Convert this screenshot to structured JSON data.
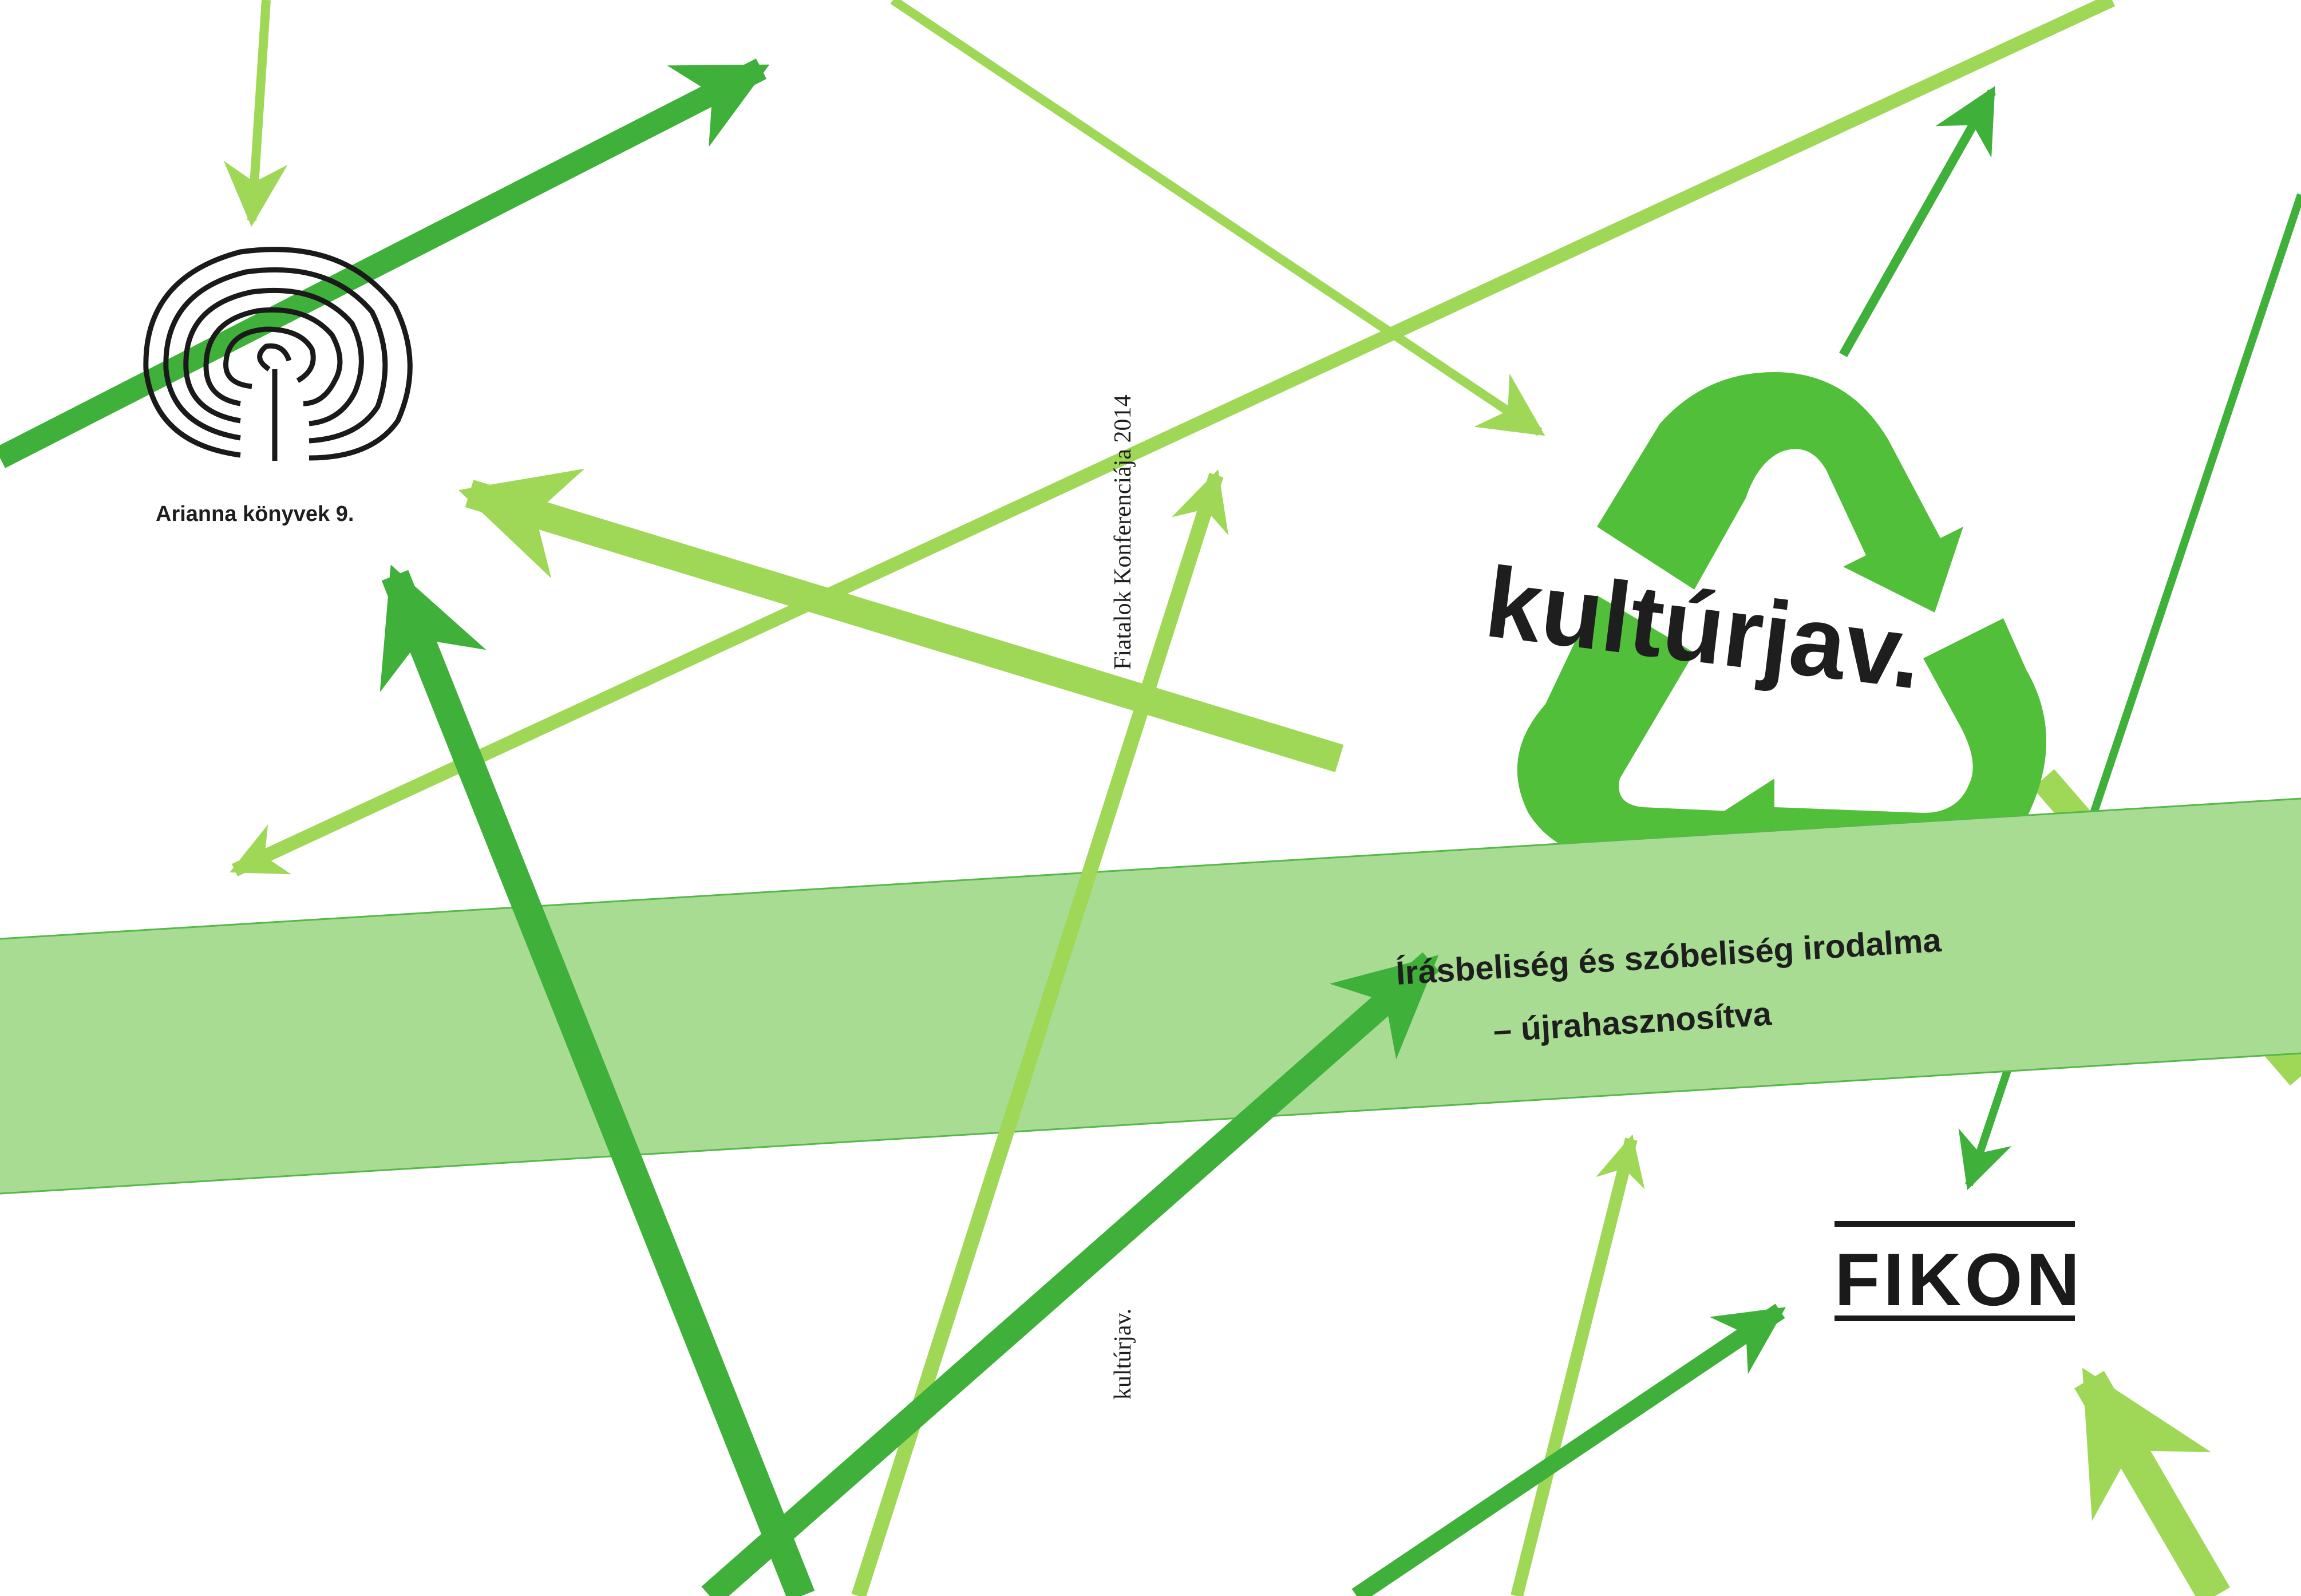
{
  "back_cover": {
    "series_label": "Arianna könyvek 9."
  },
  "spine": {
    "top_text": "Fiatalok Konferenciája 2014",
    "bottom_text": "kultúrjav."
  },
  "front_cover": {
    "title": "kultúrjav.",
    "subtitle_line1": "Írásbeliség és szóbeliség irodalma",
    "subtitle_line2": "– újrahasznosítva",
    "publisher_logo_text": "FIKON"
  },
  "colors": {
    "background": "#ffffff",
    "green_dark": "#3fb03a",
    "green_mid": "#52bf3a",
    "green_light": "#9fd857",
    "band": "#a8dc93",
    "band_edge": "#55b848",
    "text": "#1e1e1e"
  },
  "icons": [
    "labyrinth-icon",
    "recycle-icon",
    "fikon-logo"
  ]
}
